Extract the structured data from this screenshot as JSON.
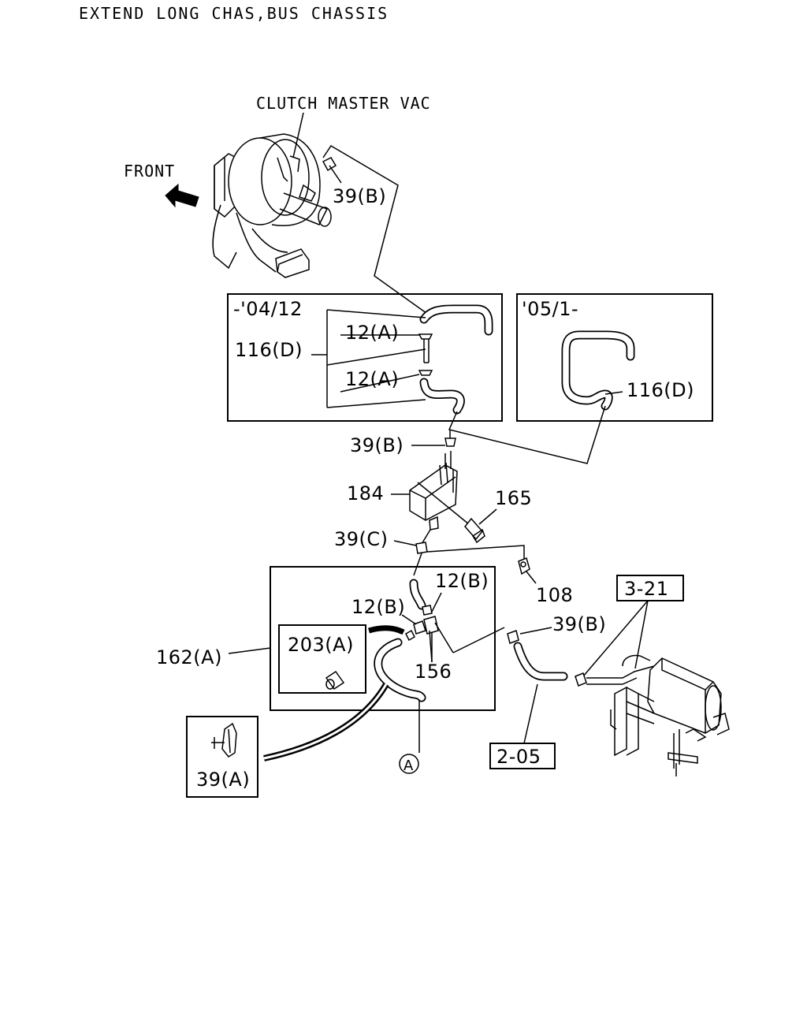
{
  "header": {
    "title": "EXTEND LONG CHAS,BUS CHASSIS"
  },
  "callouts": {
    "clutch_master_vac": "CLUTCH MASTER VAC",
    "front": "FRONT",
    "p39b_top": "39(B)",
    "range_early": "-'04/12",
    "range_late": "'05/1-",
    "p12a_1": "12(A)",
    "p12a_2": "12(A)",
    "p116d_left": "116(D)",
    "p116d_right": "116(D)",
    "p39b_mid": "39(B)",
    "p184": "184",
    "p165": "165",
    "p39c": "39(C)",
    "p108": "108",
    "p12b_1": "12(B)",
    "p12b_2": "12(B)",
    "p162a": "162(A)",
    "p203a": "203(A)",
    "p156": "156",
    "p39b_right": "39(B)",
    "p3_21": "3-21",
    "p2_05": "2-05",
    "p39a": "39(A)",
    "ref_a": "A"
  },
  "icons": {
    "front_arrow": "front-arrow-icon",
    "circled_reference": "circled-letter-icon"
  }
}
